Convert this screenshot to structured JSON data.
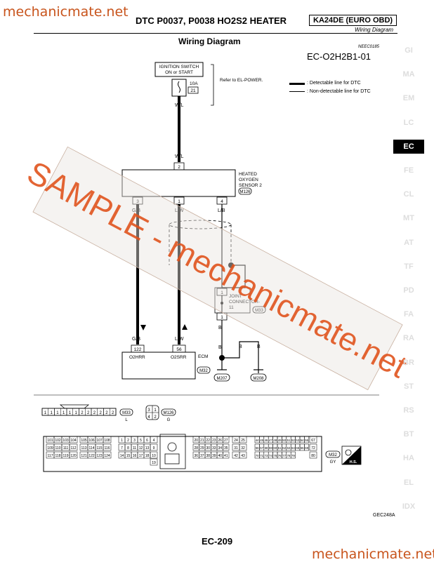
{
  "watermark": {
    "top_site": "mechanicmate.net",
    "bottom_site": "mechanicmate.net",
    "sample_line1": "SAMPLE - mechanicmate.net"
  },
  "header": {
    "title": "DTC P0037, P0038 HO2S2 HEATER",
    "model": "KA24DE (EURO OBD)",
    "subtitle": "Wiring Diagram"
  },
  "page_title": "Wiring Diagram",
  "ref_code": "NEEC0185",
  "diagram_id": "EC-O2H2B1-01",
  "legend": {
    "detectable": ": Detectable line for DTC",
    "non_detectable": ": Non-detectable line for DTC"
  },
  "diagram": {
    "ignition_line1": "IGNITION SWITCH",
    "ignition_line2": "ON or START",
    "fuse_amp": "10A",
    "fuse_num": "21",
    "refer_text": "Refer to EL-POWER.",
    "wire_wl_1": "W/L",
    "wire_wl_2": "W/L",
    "sensor_pin_top": "2",
    "sensor_line1": "HEATED",
    "sensor_line2": "OXYGEN",
    "sensor_line3": "SENSOR 2",
    "sensor_conn": "M126",
    "sensor_pin_3": "3",
    "sensor_pin_1": "1",
    "sensor_pin_4": "4",
    "wire_gb_top": "G/B",
    "wire_lw_top": "L/W",
    "wire_lb_top": "L/B",
    "joint_pin_top": "1",
    "joint_line1": "JOINT",
    "joint_line2": "CONNECTOR-",
    "joint_line3": "11",
    "joint_conn": "M33",
    "joint_pin_bottom": "1",
    "wire_b_1": "B",
    "wire_b_2": "B",
    "wire_b_3": "B",
    "wire_b_4": "B",
    "ground_1": "M207",
    "ground_2": "M208",
    "wire_gb_bottom": "G/B",
    "wire_lw_bottom": "L/W",
    "ecm_pin_122": "122",
    "ecm_pin_56": "56",
    "ecm_term_1": "O2HRR",
    "ecm_term_2": "O2SRR",
    "ecm_label": "ECM",
    "ecm_conn": "M32"
  },
  "connectors": {
    "m33_pins": [
      "1",
      "1",
      "1",
      "1",
      "1",
      "1",
      "2",
      "2",
      "2",
      "2",
      "2",
      "2"
    ],
    "m33_label": "M33",
    "m33_color": "L",
    "m126_pins": [
      "3",
      "1",
      "4",
      "2"
    ],
    "m126_label": "M126",
    "m126_color": "G",
    "m32_label": "M32",
    "m32_color": "GY",
    "hs_label": "H.S.",
    "ecm_groups": [
      [
        "101",
        "102",
        "103",
        "104",
        "109",
        "110",
        "111",
        "112",
        "117",
        "118",
        "119",
        "120"
      ],
      [
        "105",
        "106",
        "107",
        "108",
        "113",
        "114",
        "115",
        "116",
        "121",
        "122",
        "123",
        "124"
      ],
      [
        "1",
        "2",
        "3",
        "5",
        "6",
        "7",
        "8",
        "11",
        "12",
        "13",
        "14",
        "15",
        "16",
        "17",
        "18"
      ],
      [
        "4",
        "9",
        "10",
        "19"
      ],
      [
        "20",
        "21",
        "22",
        "23",
        "26",
        "27",
        "28",
        "29",
        "30",
        "33",
        "34",
        "35",
        "36",
        "37",
        "38",
        "39",
        "40",
        "41"
      ],
      [
        "24",
        "25",
        "31",
        "32",
        "42",
        "43"
      ],
      [
        "44",
        "45",
        "46",
        "47",
        "48",
        "49",
        "50",
        "51",
        "52",
        "53",
        "54",
        "55",
        "56",
        "57",
        "58",
        "59",
        "60",
        "61",
        "62",
        "63",
        "64",
        "65",
        "66",
        "69",
        "70",
        "71",
        "73",
        "74",
        "75",
        "76",
        "77",
        "78",
        "79"
      ],
      [
        "67",
        "72",
        "80"
      ]
    ]
  },
  "footer": {
    "figure_code": "GEC248A",
    "page_number": "EC-209"
  },
  "sidebar": {
    "items": [
      "GI",
      "MA",
      "EM",
      "LC",
      "EC",
      "FE",
      "CL",
      "MT",
      "AT",
      "TF",
      "PD",
      "FA",
      "RA",
      "BR",
      "ST",
      "RS",
      "BT",
      "HA",
      "EL",
      "IDX"
    ],
    "active": "EC"
  }
}
